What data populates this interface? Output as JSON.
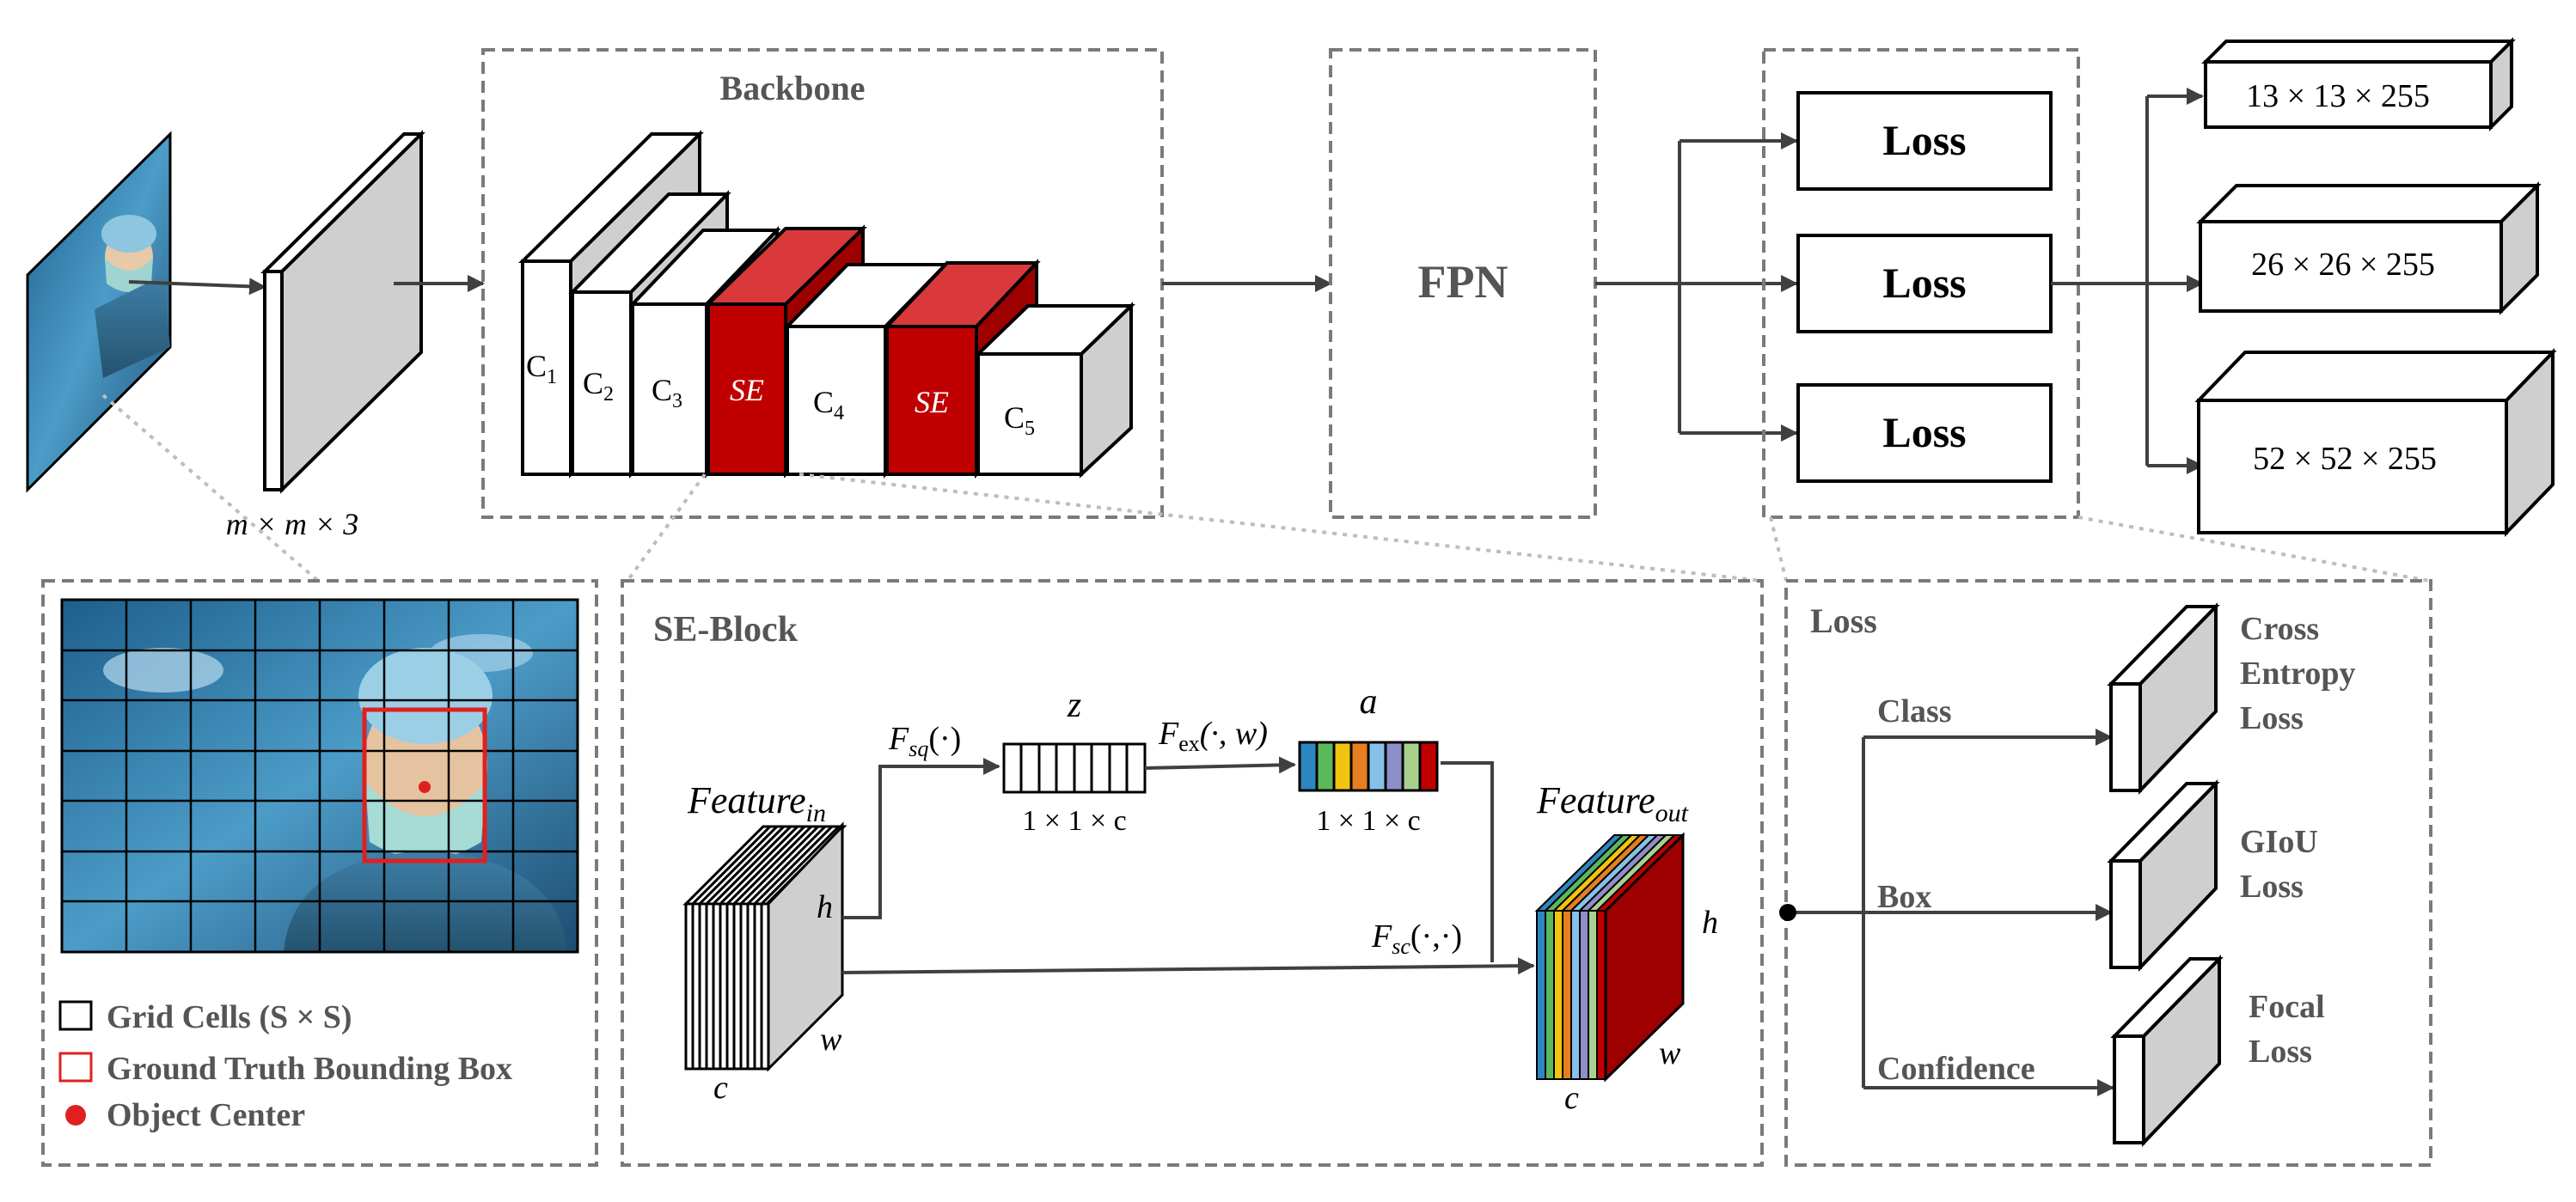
{
  "backbone": {
    "title": "Backbone",
    "layers": [
      "C",
      "C",
      "C",
      "SE",
      "C",
      "SE",
      "C"
    ],
    "subscripts": [
      "1",
      "2",
      "3",
      "",
      "4",
      "",
      "5"
    ]
  },
  "input": {
    "dims": "m × m × 3"
  },
  "fpn": {
    "label": "FPN"
  },
  "heads": {
    "labels": [
      "Loss",
      "Loss",
      "Loss"
    ]
  },
  "outputs": [
    "13 × 13 × 255",
    "26 × 26 × 255",
    "52 × 52 × 255"
  ],
  "legend": {
    "grid": "Grid Cells (S × S)",
    "gt_box": "Ground Truth Bounding Box",
    "center": "Object Center"
  },
  "se_block": {
    "title": "SE-Block",
    "feature_in": "Feature",
    "feature_in_sub": "in",
    "feature_out": "Feature",
    "feature_out_sub": "out",
    "f_sq": "F",
    "f_sq_sub": "sq",
    "f_sq_arg": "(·)",
    "f_ex": "F",
    "f_ex_sub": "ex",
    "f_ex_arg": "(·, w)",
    "f_sc": "F",
    "f_sc_sub": "sc",
    "f_sc_arg": "(·,·)",
    "z": "z",
    "a": "a",
    "vec_dims": "1 × 1 × c",
    "h": "h",
    "w": "w",
    "c": "c",
    "attention_colors": [
      "#2e86c1",
      "#5cb85c",
      "#f1c40f",
      "#e67e22",
      "#85c1e9",
      "#8e8ec9",
      "#a9d18e",
      "#c00000"
    ]
  },
  "loss_panel": {
    "title": "Loss",
    "branches": [
      "Class",
      "Box",
      "Confidence"
    ],
    "loss_names": [
      [
        "Cross",
        "Entropy",
        "Loss"
      ],
      [
        "GIoU",
        "Loss"
      ],
      [
        "Focal",
        "Loss"
      ]
    ]
  },
  "colors": {
    "se_red": "#c00000",
    "dash_gray": "#7a7a7a",
    "gt_box_red": "#e02020"
  }
}
